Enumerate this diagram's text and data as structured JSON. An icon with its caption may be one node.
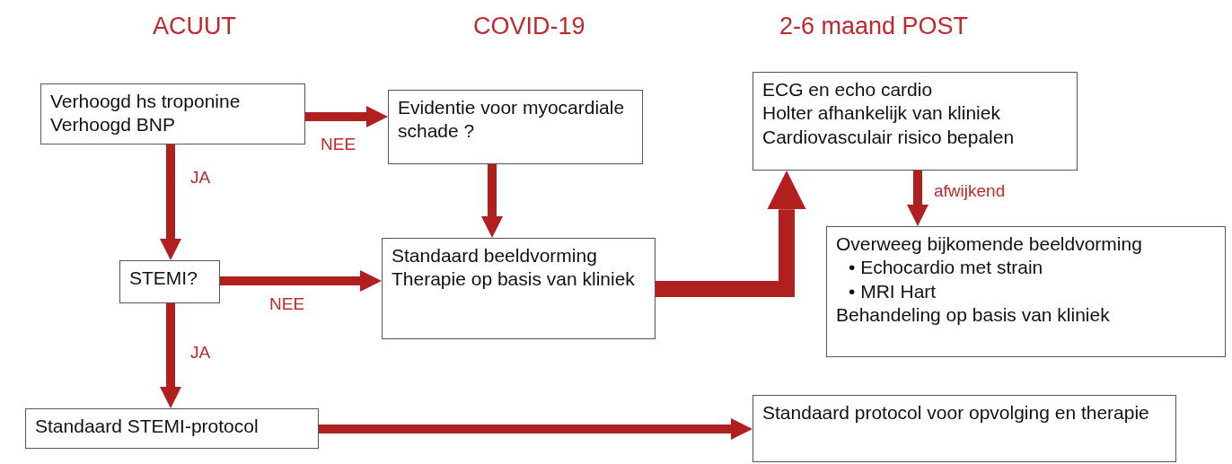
{
  "diagram": {
    "nodes": [
      {
        "text": [
          "Verhoogd hs troponine",
          "Verhoogd BNP"
        ]
      },
      {
        "text": [
          "Evidentie voor myocardiale schade ?"
        ]
      },
      {
        "text": [
          "STEMI?"
        ]
      },
      {
        "text": [
          "Standaard beeldvorming",
          "Therapie op basis van kliniek"
        ]
      },
      {
        "text": [
          "ECG en echo cardio",
          "Holter afhankelijk van kliniek",
          "Cardiovasculair risico bepalen"
        ]
      },
      {
        "text": [
          "Overweeg bijkomende beeldvorming",
          "• Echocardio met strain",
          "• MRI Hart",
          "Behandeling op basis van kliniek"
        ]
      },
      {
        "text": [
          "Standaard STEMI-protocol"
        ]
      },
      {
        "text": [
          "Standaard protocol voor opvolging en therapie"
        ]
      }
    ],
    "edges": [
      {
        "from": 0,
        "to": 1,
        "arrow": "to",
        "label": "NEE"
      },
      {
        "from": 0,
        "to": 2,
        "arrow": "to",
        "label": "JA"
      },
      {
        "from": 1,
        "to": 3,
        "arrow": "to"
      },
      {
        "from": 2,
        "to": 3,
        "arrow": "to",
        "label": "NEE"
      },
      {
        "from": 2,
        "to": 6,
        "arrow": "to",
        "label": "JA"
      },
      {
        "from": 3,
        "to": 4,
        "arrow": "to",
        "style": "thick"
      },
      {
        "from": 4,
        "to": 5,
        "arrow": "to",
        "label": "afwijkend"
      },
      {
        "from": 6,
        "to": 7,
        "arrow": "to"
      }
    ],
    "labels": [
      "ACUUT",
      "COVID-19",
      "2-6 maand POST"
    ]
  }
}
